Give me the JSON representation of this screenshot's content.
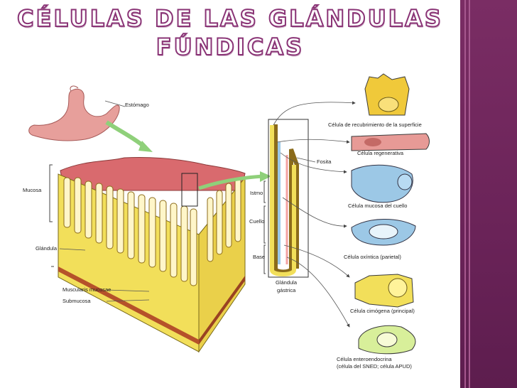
{
  "slide": {
    "title_line1": "CÉLULAS DE LAS GLÁNDULAS",
    "title_line2": "FÚNDICAS"
  },
  "labels": {
    "estomago": "Estómago",
    "mucosa": "Mucosa",
    "glandula": "Glándula",
    "muscularis": "Muscularis mucosae",
    "submucosa": "Submucosa",
    "fosita": "Fosita",
    "istmo": "Istmo",
    "cuello": "Cuello",
    "base": "Base",
    "glandula_gastrica_1": "Glándula",
    "glandula_gastrica_2": "gástrica"
  },
  "cells": [
    {
      "label": "Célula de recubrimiento de la superficie"
    },
    {
      "label": "Célula regenerativa"
    },
    {
      "label": "Célula mucosa del cuello"
    },
    {
      "label": "Célula oxíntica (parietal)"
    },
    {
      "label": "Célula cimógena (principal)"
    },
    {
      "label": "Célula enteroendocrina"
    },
    {
      "label": "(célula del SNED; célula APUD)"
    }
  ],
  "colors": {
    "title_outline": "#8a3476",
    "side_band": "#6a2358",
    "tissue_yellow": "#f2df5a",
    "mucosa_pink": "#d96a6e",
    "cell_blue": "#9cc8e6"
  }
}
